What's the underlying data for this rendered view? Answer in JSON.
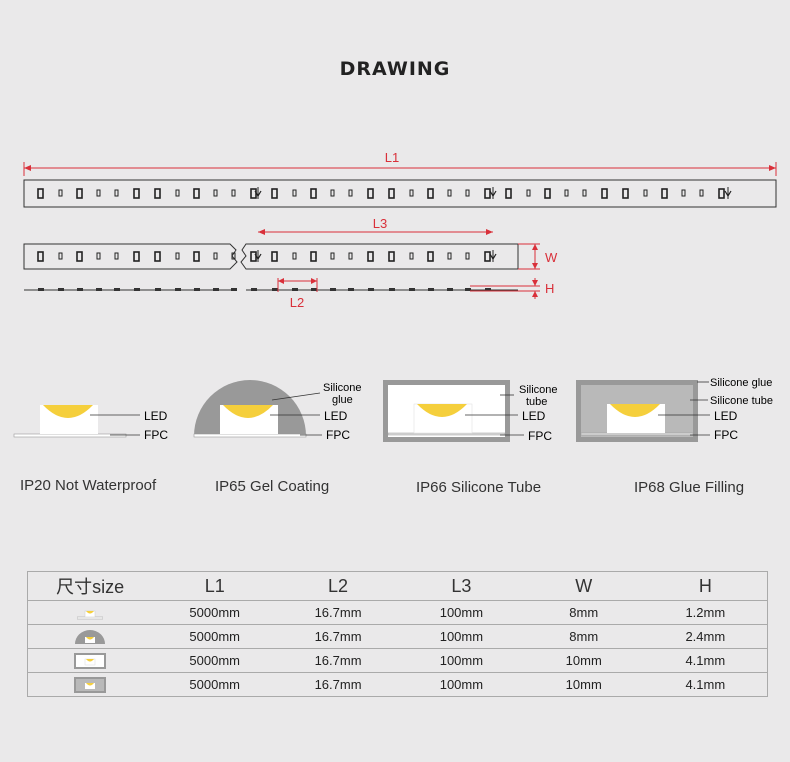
{
  "title": "DRAWING",
  "dimensions": {
    "l1": "L1",
    "l2": "L2",
    "l3": "L3",
    "w": "W",
    "h": "H"
  },
  "colors": {
    "dimension_red": "#d9303a",
    "led_yellow": "#f5cf3c",
    "background": "#eae9ea"
  },
  "variants": [
    {
      "caption": "IP20  Not Waterproof",
      "labels": {
        "led": "LED",
        "fpc": "FPC"
      }
    },
    {
      "caption": "IP65  Gel Coating",
      "labels": {
        "silicone_line1": "Silicone",
        "silicone_line2": "glue",
        "led": "LED",
        "fpc": "FPC"
      }
    },
    {
      "caption": "IP66  Silicone Tube",
      "labels": {
        "silicone_line1": "Silicone",
        "silicone_line2": "tube",
        "led": "LED",
        "fpc": "FPC"
      }
    },
    {
      "caption": "IP68  Glue Filling",
      "labels": {
        "glue": "Silicone glue",
        "tube": "Silicone tube",
        "led": "LED",
        "fpc": "FPC"
      }
    }
  ],
  "table": {
    "headers": [
      "尺寸size",
      "L1",
      "L2",
      "L3",
      "W",
      "H"
    ],
    "rows": [
      {
        "icon": "ip20-profile-icon",
        "l1": "5000mm",
        "l2": "16.7mm",
        "l3": "100mm",
        "w": "8mm",
        "h": "1.2mm"
      },
      {
        "icon": "ip65-profile-icon",
        "l1": "5000mm",
        "l2": "16.7mm",
        "l3": "100mm",
        "w": "8mm",
        "h": "2.4mm"
      },
      {
        "icon": "ip66-profile-icon",
        "l1": "5000mm",
        "l2": "16.7mm",
        "l3": "100mm",
        "w": "10mm",
        "h": "4.1mm"
      },
      {
        "icon": "ip68-profile-icon",
        "l1": "5000mm",
        "l2": "16.7mm",
        "l3": "100mm",
        "w": "10mm",
        "h": "4.1mm"
      }
    ]
  }
}
